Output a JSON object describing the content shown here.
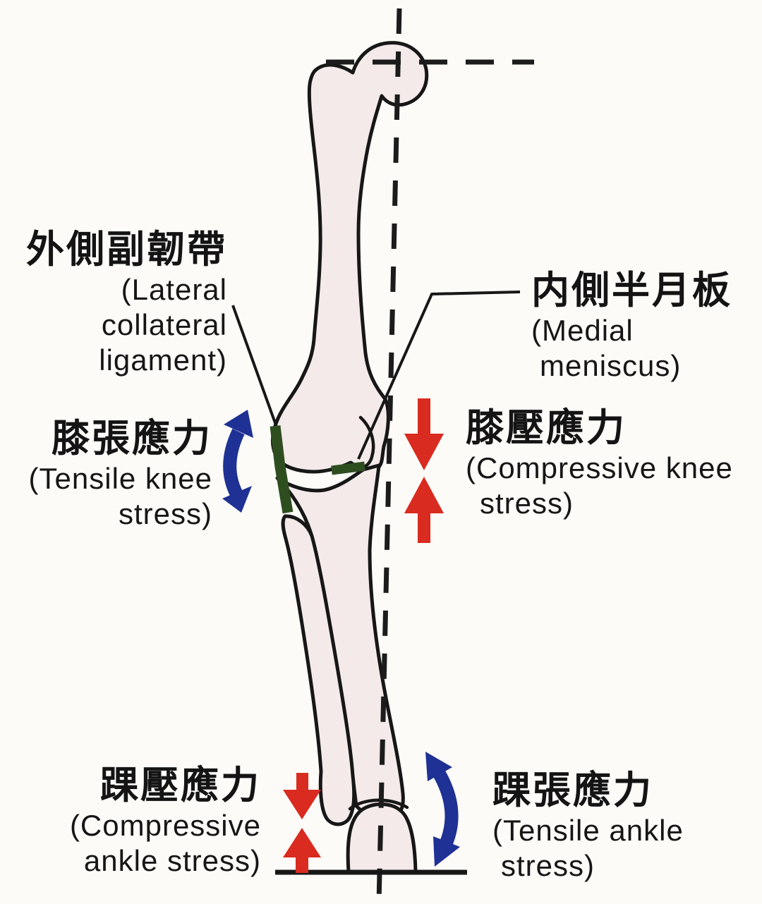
{
  "figure": {
    "description_visible_elements": "Frontal diagram of a bowed (varus) leg: femur, tibia, fibula and foot bone with a dashed vertical weight-bearing axis and a dashed horizontal line through the femoral head, a ground line under the foot, green highlights marking the lateral collateral ligament and medial meniscus, blue curved double arrows for tensile stress and paired red arrows for compressive stress",
    "labels": {
      "lateral_collateral_ligament": {
        "zh": "外側副韌帶",
        "en": [
          "(Lateral",
          "collateral",
          "ligament)"
        ]
      },
      "medial_meniscus": {
        "zh": "内側半月板",
        "en": [
          "(Medial",
          "meniscus)"
        ]
      },
      "tensile_knee_stress": {
        "zh": "膝張應力",
        "en": [
          "(Tensile knee",
          "stress)"
        ]
      },
      "compressive_knee_stress": {
        "zh": "膝壓應力",
        "en": [
          "(Compressive knee",
          "stress)"
        ]
      },
      "compressive_ankle_stress": {
        "zh": "踝壓應力",
        "en": [
          "(Compressive",
          "ankle stress)"
        ]
      },
      "tensile_ankle_stress": {
        "zh": "踝張應力",
        "en": [
          "(Tensile ankle",
          "stress)"
        ]
      }
    },
    "icons": {
      "tensile_arrows": "curved double-headed arrow (blue) at lateral knee and lateral ankle",
      "compressive_arrows": "two straight arrows pointing toward each other (red) at medial knee and medial ankle"
    },
    "colors": {
      "tension_arrow_blue": "#1f3194",
      "compression_arrow_red": "#d92b1f",
      "ligament_highlight_green": "#2f4e20",
      "bone_fill": "#f5eaea",
      "outline_black": "#171717",
      "background": "#fcfbf8"
    }
  }
}
